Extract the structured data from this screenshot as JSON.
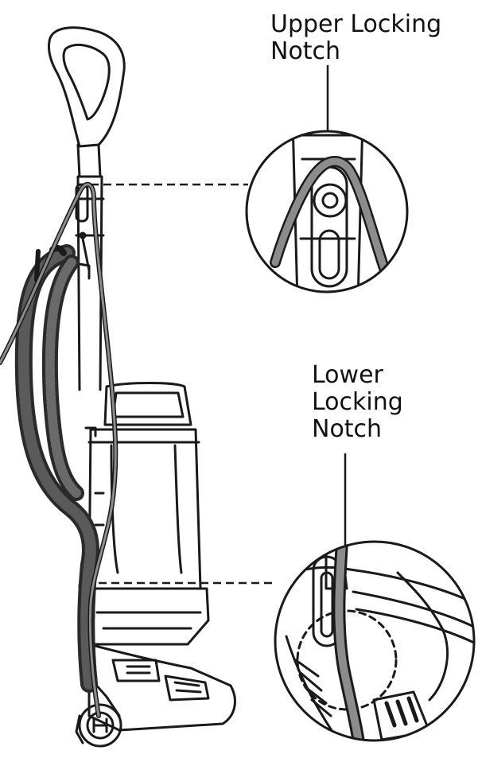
{
  "callouts": {
    "upper": {
      "lines": [
        "Upper Locking",
        "Notch"
      ]
    },
    "lower": {
      "lines": [
        "Lower",
        "Locking",
        "Notch"
      ]
    }
  },
  "colors": {
    "stroke": "#1a1a1a",
    "cord": "#8c8c8c",
    "hose": "#3a3a3a",
    "paper": "#ffffff"
  }
}
